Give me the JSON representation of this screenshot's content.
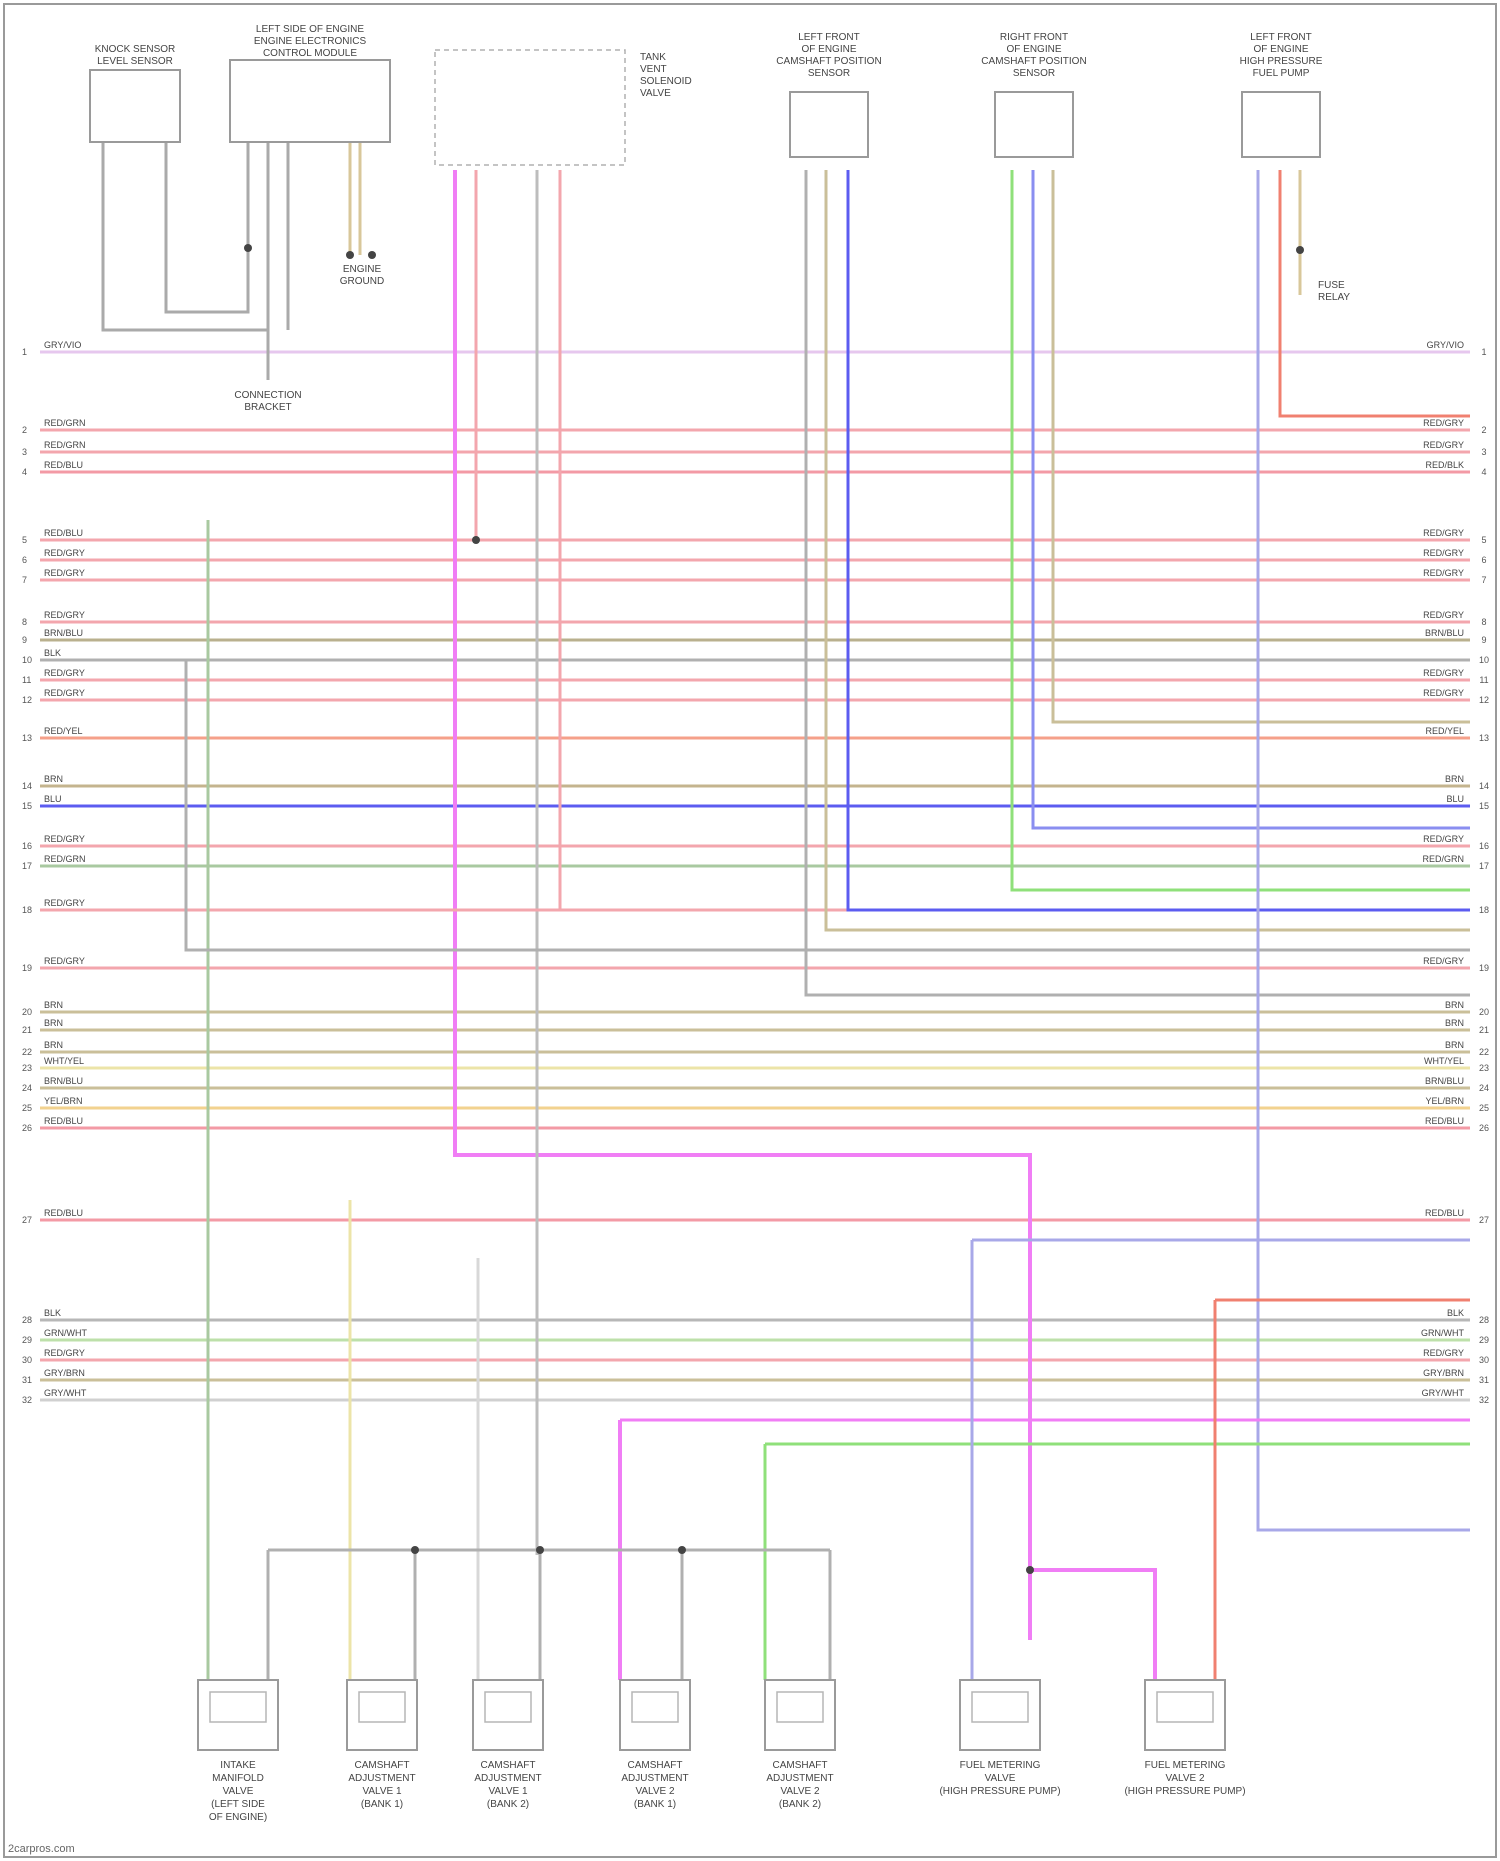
{
  "diagram": {
    "rows": [
      {
        "n": "1",
        "left": "GRY/VIO",
        "right": "GRY/VIO",
        "color": "#e6c7ee",
        "right_only": false
      },
      {
        "n": "2",
        "left": "RED/GRN",
        "right": "RED/GRY",
        "color": "#f3a6ad"
      },
      {
        "n": "3",
        "left": "RED/GRN",
        "right": "RED/GRY",
        "color": "#f3a6ad"
      },
      {
        "n": "4",
        "left": "RED/BLU",
        "right": "RED/BLK",
        "color": "#f39aa5"
      },
      {
        "n": "5",
        "left": "RED/BLU",
        "right": "RED/GRY",
        "color": "#f3a6ad"
      },
      {
        "n": "6",
        "left": "RED/GRY",
        "right": "RED/GRY",
        "color": "#f3a6ad"
      },
      {
        "n": "7",
        "left": "RED/GRY",
        "right": "RED/GRY",
        "color": "#f3a6ad"
      },
      {
        "n": "8",
        "left": "RED/GRY",
        "right": "RED/GRY",
        "color": "#f3a6ad"
      },
      {
        "n": "9",
        "left": "BRN/BLU",
        "right": "BRN/BLU",
        "color": "#b9b08e"
      },
      {
        "n": "10",
        "left": "BLK",
        "right": "",
        "color": "#b0b0b0"
      },
      {
        "n": "11",
        "left": "RED/GRY",
        "right": "RED/GRY",
        "color": "#f3a6ad"
      },
      {
        "n": "12",
        "left": "RED/GRY",
        "right": "RED/GRY",
        "color": "#f3a6ad"
      },
      {
        "n": "13",
        "left": "RED/YEL",
        "right": "RED/YEL",
        "color": "#f5a08a"
      },
      {
        "n": "14",
        "left": "BRN",
        "right": "BRN",
        "color": "#c4b48e"
      },
      {
        "n": "15",
        "left": "BLU",
        "right": "BLU",
        "color": "#5c5cf0"
      },
      {
        "n": "16",
        "left": "RED/GRY",
        "right": "RED/GRY",
        "color": "#f3a6ad"
      },
      {
        "n": "17",
        "left": "RED/GRN",
        "right": "RED/GRN",
        "color": "#a9c9a0"
      },
      {
        "n": "18",
        "left": "RED/GRY",
        "right": "",
        "color": "#f3a6ad"
      },
      {
        "n": "19",
        "left": "RED/GRY",
        "right": "RED/GRY",
        "color": "#f3a6ad"
      },
      {
        "n": "20",
        "left": "BRN",
        "right": "BRN",
        "color": "#cabf99"
      },
      {
        "n": "21",
        "left": "BRN",
        "right": "BRN",
        "color": "#cabf99"
      },
      {
        "n": "22",
        "left": "BRN",
        "right": "BRN",
        "color": "#cabf99"
      },
      {
        "n": "23",
        "left": "WHT/YEL",
        "right": "WHT/YEL",
        "color": "#ece4a8"
      },
      {
        "n": "24",
        "left": "BRN/BLU",
        "right": "BRN/BLU",
        "color": "#cabf99"
      },
      {
        "n": "25",
        "left": "YEL/BRN",
        "right": "YEL/BRN",
        "color": "#f2d28f"
      },
      {
        "n": "26",
        "left": "RED/BLU",
        "right": "RED/BLU",
        "color": "#f39aa5"
      },
      {
        "n": "27",
        "left": "RED/BLU",
        "right": "RED/BLU",
        "color": "#f39aa5"
      },
      {
        "n": "28",
        "left": "BLK",
        "right": "BLK",
        "color": "#b7b7b7"
      },
      {
        "n": "29",
        "left": "GRN/WHT",
        "right": "GRN/WHT",
        "color": "#bde0aa"
      },
      {
        "n": "30",
        "left": "RED/GRY",
        "right": "RED/GRY",
        "color": "#f3a6ad"
      },
      {
        "n": "31",
        "left": "GRY/BRN",
        "right": "GRY/BRN",
        "color": "#cabf99"
      },
      {
        "n": "32",
        "left": "GRY/WHT",
        "right": "GRY/WHT",
        "color": "#d0d0d0"
      }
    ],
    "top_components": [
      {
        "id": "knock-sensor",
        "label": "KNOCK SENSOR / LEVEL SENSOR"
      },
      {
        "id": "ecm",
        "label": "LEFT SIDE OF ENGINE / ENGINE ELECTRONICS / CONTROL MODULE"
      },
      {
        "id": "tank-valve",
        "label": "TANK / VENT / SOLENOID / VALVE"
      },
      {
        "id": "left-cam-sensor",
        "label": "LEFT FRONT / OF ENGINE / CAMSHAFT POSITION / SENSOR"
      },
      {
        "id": "right-cam-sensor",
        "label": "RIGHT FRONT / OF ENGINE / CAMSHAFT POSITION / SENSOR"
      },
      {
        "id": "fuel-pump",
        "label": "LEFT FRONT / OF ENGINE / HIGH PRESSURE / FUEL PUMP"
      }
    ],
    "bottom_components": [
      {
        "id": "intake-manifold-valve",
        "label": "INTAKE / MANIFOLD / VALVE / (LEFT SIDE / OF ENGINE)"
      },
      {
        "id": "camshaft-adj-1",
        "label": "CAMSHAFT / ADJUSTMENT / VALVE 1 / (BANK 1)"
      },
      {
        "id": "camshaft-adj-2",
        "label": "CAMSHAFT / ADJUSTMENT / VALVE 1 / (BANK 2)"
      },
      {
        "id": "camshaft-adj-3",
        "label": "CAMSHAFT / ADJUSTMENT / VALVE 2 / (BANK 1)"
      },
      {
        "id": "camshaft-adj-4",
        "label": "CAMSHAFT / ADJUSTMENT / VALVE 2 / (BANK 2)"
      },
      {
        "id": "fuel-metering-1",
        "label": "FUEL METERING / VALVE / (HIGH PRESSURE PUMP)"
      },
      {
        "id": "fuel-metering-2",
        "label": "FUEL METERING / VALVE 2 / (HIGH PRESSURE PUMP)"
      }
    ],
    "notes": [
      {
        "id": "note-ground",
        "label": "CONNECTION / BRACKET"
      },
      {
        "id": "note-ecm-ground",
        "label": "ENGINE / GROUND"
      },
      {
        "id": "note-fuse",
        "label": "FUSE / RELAY"
      }
    ],
    "watermark": "2carpros.com"
  }
}
